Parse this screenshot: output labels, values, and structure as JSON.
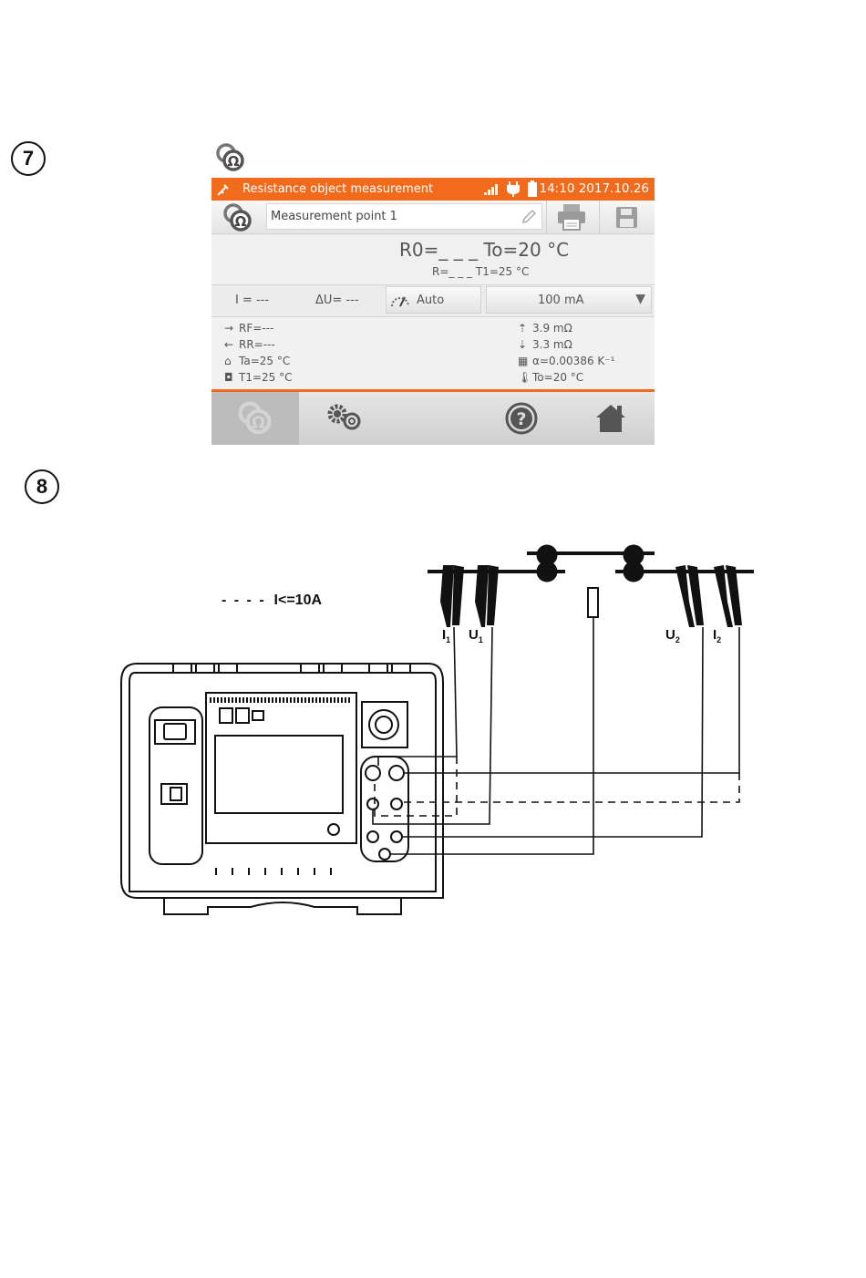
{
  "steps": {
    "step7": "7",
    "step8": "8"
  },
  "screen": {
    "title": "Resistance object measurement",
    "clock": "14:10 2017.10.26",
    "point_field": "Measurement point 1",
    "r0": "R0=_ _ _",
    "t0": "To=20 °C",
    "r": "R=_ _ _",
    "t1": "T1=25 °C",
    "i_value": "I = ---",
    "du_value": "ΔU= ---",
    "mode": "Auto",
    "current": "100 mA",
    "details_left": [
      "RF=---",
      "RR=---",
      "Ta=25 °C",
      "T1=25 °C"
    ],
    "details_right": [
      "3.9 mΩ",
      "3.3 mΩ",
      "α=0.00386 K⁻¹",
      "To=20 °C"
    ]
  },
  "diagram": {
    "legend": "I<=10A",
    "probe_labels": {
      "i1": "I",
      "u1": "U",
      "u2": "U",
      "i2": "I",
      "s1": "1",
      "s2": "2"
    }
  },
  "colors": {
    "accent": "#f26b1d"
  }
}
